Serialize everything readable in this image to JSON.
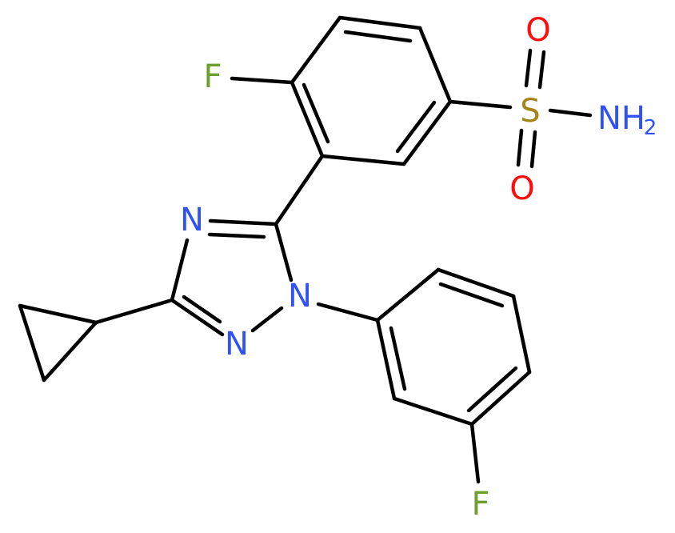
{
  "molecule": {
    "atoms": {
      "f_top": "F",
      "s": "S",
      "o_top": "O",
      "o_bottom": "O",
      "nh2_n": "NH",
      "nh2_sub": "2",
      "n_triazole_4": "N",
      "n_triazole_1": "N",
      "n_triazole_2": "N",
      "f_bottom": "F"
    },
    "colors": {
      "F": "#6c9f2e",
      "S": "#a58418",
      "O": "#ff0d0d",
      "N": "#3050f8",
      "bond": "#000000"
    }
  }
}
